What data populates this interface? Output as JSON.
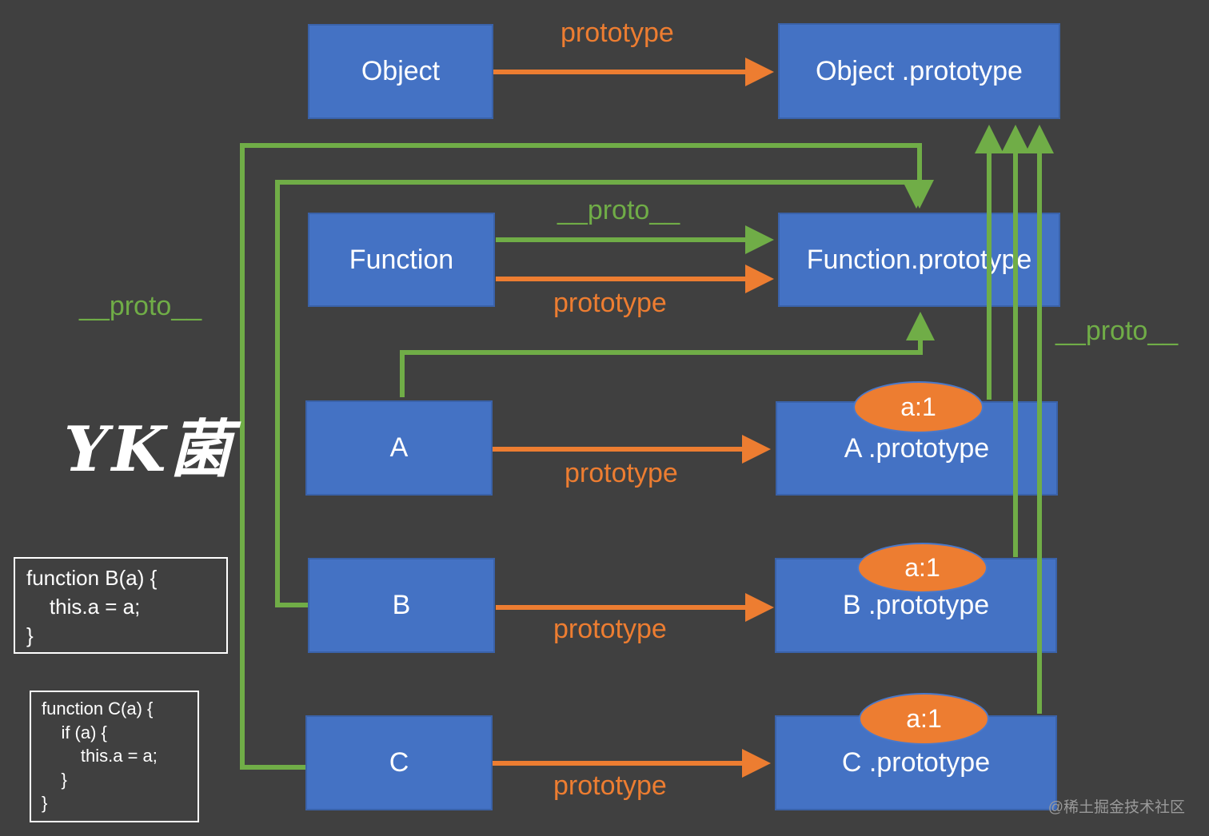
{
  "colors": {
    "background": "#404040",
    "box_fill": "#4472c4",
    "prototype_arrow": "#ed7d31",
    "proto_arrow": "#70ad47",
    "badge_fill": "#ed7d31"
  },
  "boxes": {
    "object": "Object",
    "object_prototype": "Object .prototype",
    "function": "Function",
    "function_prototype": "Function.prototype",
    "a": "A",
    "a_prototype": "A .prototype",
    "b": "B",
    "b_prototype": "B .prototype",
    "c": "C",
    "c_prototype": "C .prototype"
  },
  "badges": {
    "a": "a:1",
    "b": "a:1",
    "c": "a:1"
  },
  "labels": {
    "prototype_object": "prototype",
    "proto_function": "__proto__",
    "prototype_function": "prototype",
    "prototype_a": "prototype",
    "prototype_b": "prototype",
    "prototype_c": "prototype",
    "proto_left": "__proto__",
    "proto_right": "__proto__"
  },
  "code": {
    "b": [
      "function B(a) {",
      "    this.a = a;",
      "}"
    ],
    "c": [
      "function C(a) {",
      "    if (a) {",
      "        this.a = a;",
      "    }",
      "}"
    ]
  },
  "logo": "YK菌",
  "watermark": "@稀土掘金技术社区"
}
